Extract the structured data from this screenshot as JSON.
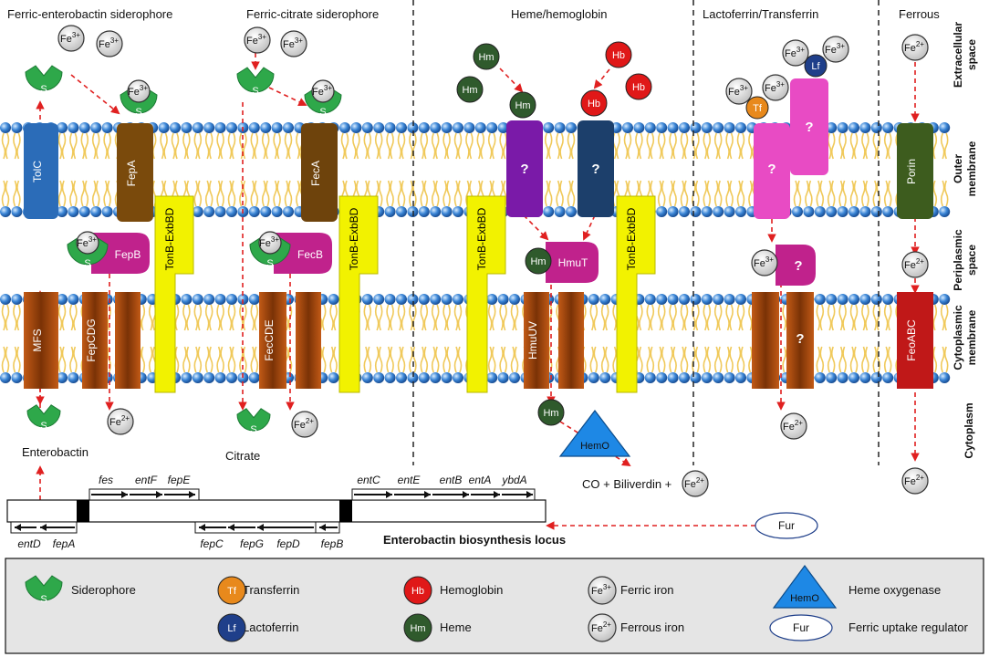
{
  "sections": {
    "enterobactin": "Ferric-enterobactin siderophore",
    "citrate": "Ferric-citrate siderophore",
    "heme": "Heme/hemoglobin",
    "lactoferrin": "Lactoferrin/Transferrin",
    "ferrous": "Ferrous"
  },
  "regions": {
    "extracellular": [
      "Extracellular",
      "space"
    ],
    "outer": [
      "Outer",
      "membrane"
    ],
    "periplasmic": [
      "Periplasmic",
      "space"
    ],
    "cytoplasmic_membrane": [
      "Cytoplasmic",
      "membrane"
    ],
    "cytoplasm": [
      "Cytoplasm"
    ]
  },
  "labels": {
    "fe3": "Fe",
    "fe3_sup": "3+",
    "fe2": "Fe",
    "fe2_sup": "2+",
    "siderophore_s": "S",
    "hm": "Hm",
    "hb": "Hb",
    "lf": "Lf",
    "tf": "Tf",
    "question": "?",
    "enterobactin": "Enterobactin",
    "citrate": "Citrate",
    "co_biliverdin": "CO + Biliverdin +",
    "fur": "Fur",
    "hemo": "HemO"
  },
  "proteins": {
    "tolc": "TolC",
    "fepa": "FepA",
    "feca": "FecA",
    "porin": "Porin",
    "fepb": "FepB",
    "fecb": "FecB",
    "hmut": "HmuT",
    "tonb": "TonB-ExbBD",
    "mfs": "MFS",
    "fepcdg": "FepCDG",
    "feccde": "FecCDE",
    "hmuuv": "HmuUV",
    "feoabc": "FeoABC"
  },
  "genes": {
    "top": [
      "fes",
      "entF",
      "fepE",
      "entC",
      "entE",
      "entB",
      "entA",
      "ybdA"
    ],
    "bottom": [
      "entD",
      "fepA",
      "fepC",
      "fepG",
      "fepD",
      "fepB"
    ],
    "locus": "Enterobactin biosynthesis locus"
  },
  "legend": {
    "siderophore": "Siderophore",
    "transferrin": "Transferrin",
    "lactoferrin": "Lactoferrin",
    "hemoglobin": "Hemoglobin",
    "heme": "Heme",
    "ferric": "Ferric iron",
    "ferrous": "Ferrous iron",
    "hemeoxygenase": "Heme oxygenase",
    "fur": "Ferric uptake regulator"
  },
  "colors": {
    "siderophore": "#2ea84a",
    "fe_circle": "#d6d6d6",
    "heme": "#2f5a2c",
    "hb": "#e01818",
    "lf": "#1f3f8a",
    "tf": "#e8891c",
    "tonb": "#f2f200",
    "tolc": "#2b6cb8",
    "fepa": "#7a4a0c",
    "feca": "#6e430c",
    "transporter": "#b8571a",
    "pink": "#e84bc4",
    "magenta": "#c0228c",
    "purple": "#7a1aa8",
    "navy": "#1c3f6b",
    "porin": "#3d5c1e",
    "feo": "#c01818",
    "hemo": "#1e88e5",
    "bead": "#3a7fd0",
    "tail": "#f0c95a",
    "arrow": "#e02020",
    "legend_bg": "#e5e5e5"
  }
}
